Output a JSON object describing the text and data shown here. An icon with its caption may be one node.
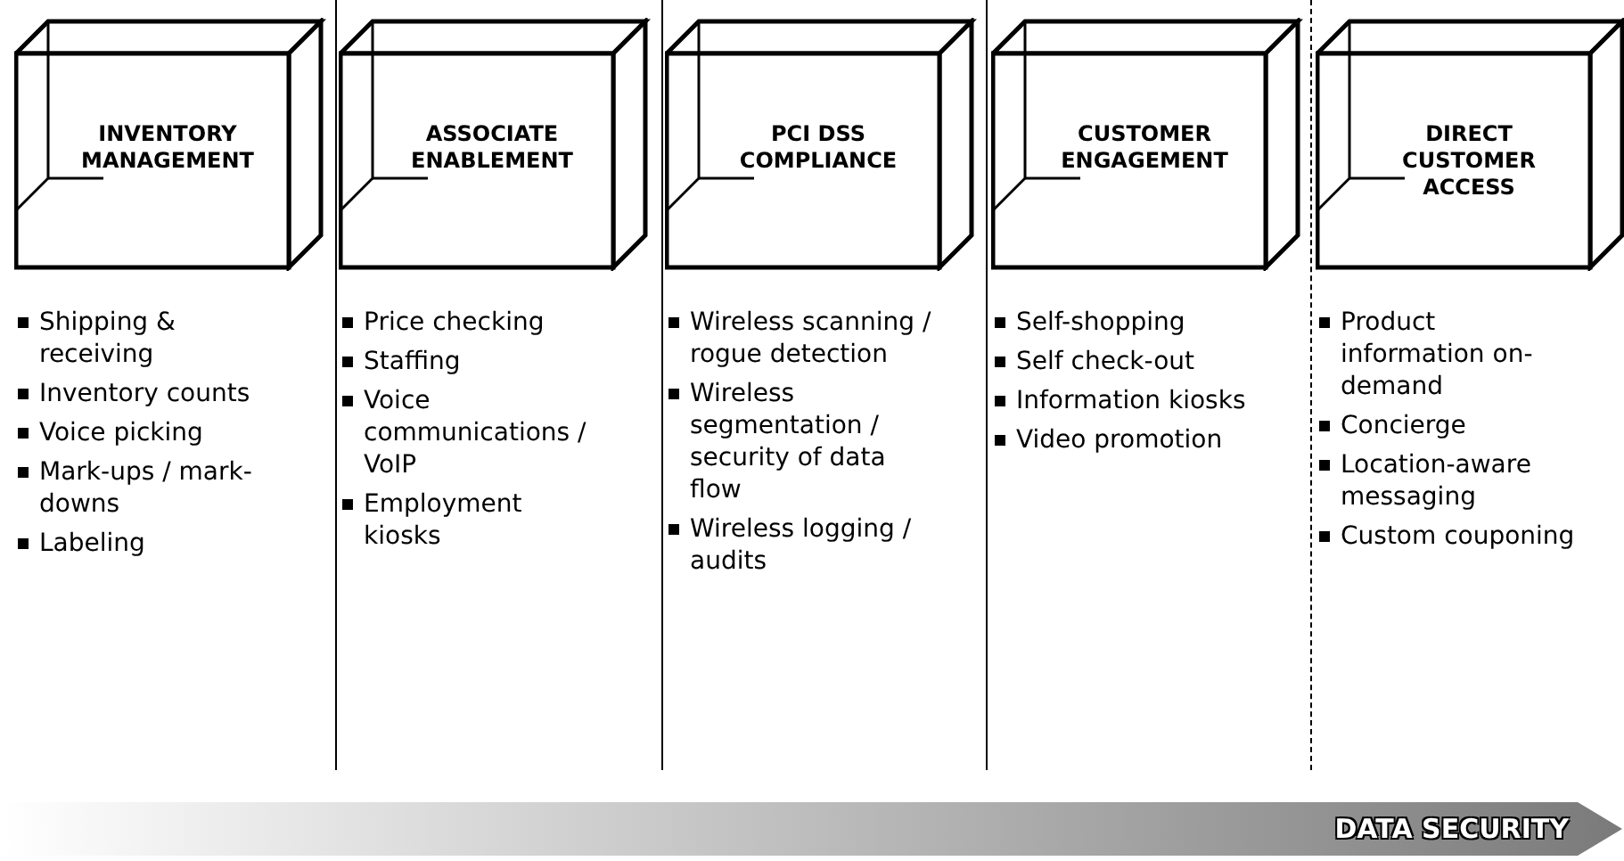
{
  "diagram": {
    "nodes": [
      {
        "text": [
          "INVENTORY MANAGEMENT"
        ],
        "beside": [
          "Shipping & receiving",
          "Inventory counts",
          "Voice picking",
          "Mark-ups / mark-downs",
          "Labeling"
        ]
      },
      {
        "text": [
          "ASSOCIATE ENABLEMENT"
        ],
        "beside": [
          "Price checking",
          "Staffing",
          "Voice communications / VoIP",
          "Employment kiosks"
        ]
      },
      {
        "text": [
          "PCI DSS COMPLIANCE"
        ],
        "beside": [
          "Wireless scanning / rogue detection",
          "Wireless segmentation / security of data flow",
          "Wireless logging / audits"
        ]
      },
      {
        "text": [
          "CUSTOMER ENGAGEMENT"
        ],
        "beside": [
          "Self-shopping",
          "Self check-out",
          "Information kiosks",
          "Video promotion"
        ]
      },
      {
        "text": [
          "DIRECT CUSTOMER ACCESS"
        ],
        "beside": [
          "Product information on-demand",
          "Concierge",
          "Location-aware messaging",
          "Custom couponing"
        ]
      },
      {
        "text": [
          "DATA SECURITY"
        ]
      }
    ],
    "edges": []
  }
}
